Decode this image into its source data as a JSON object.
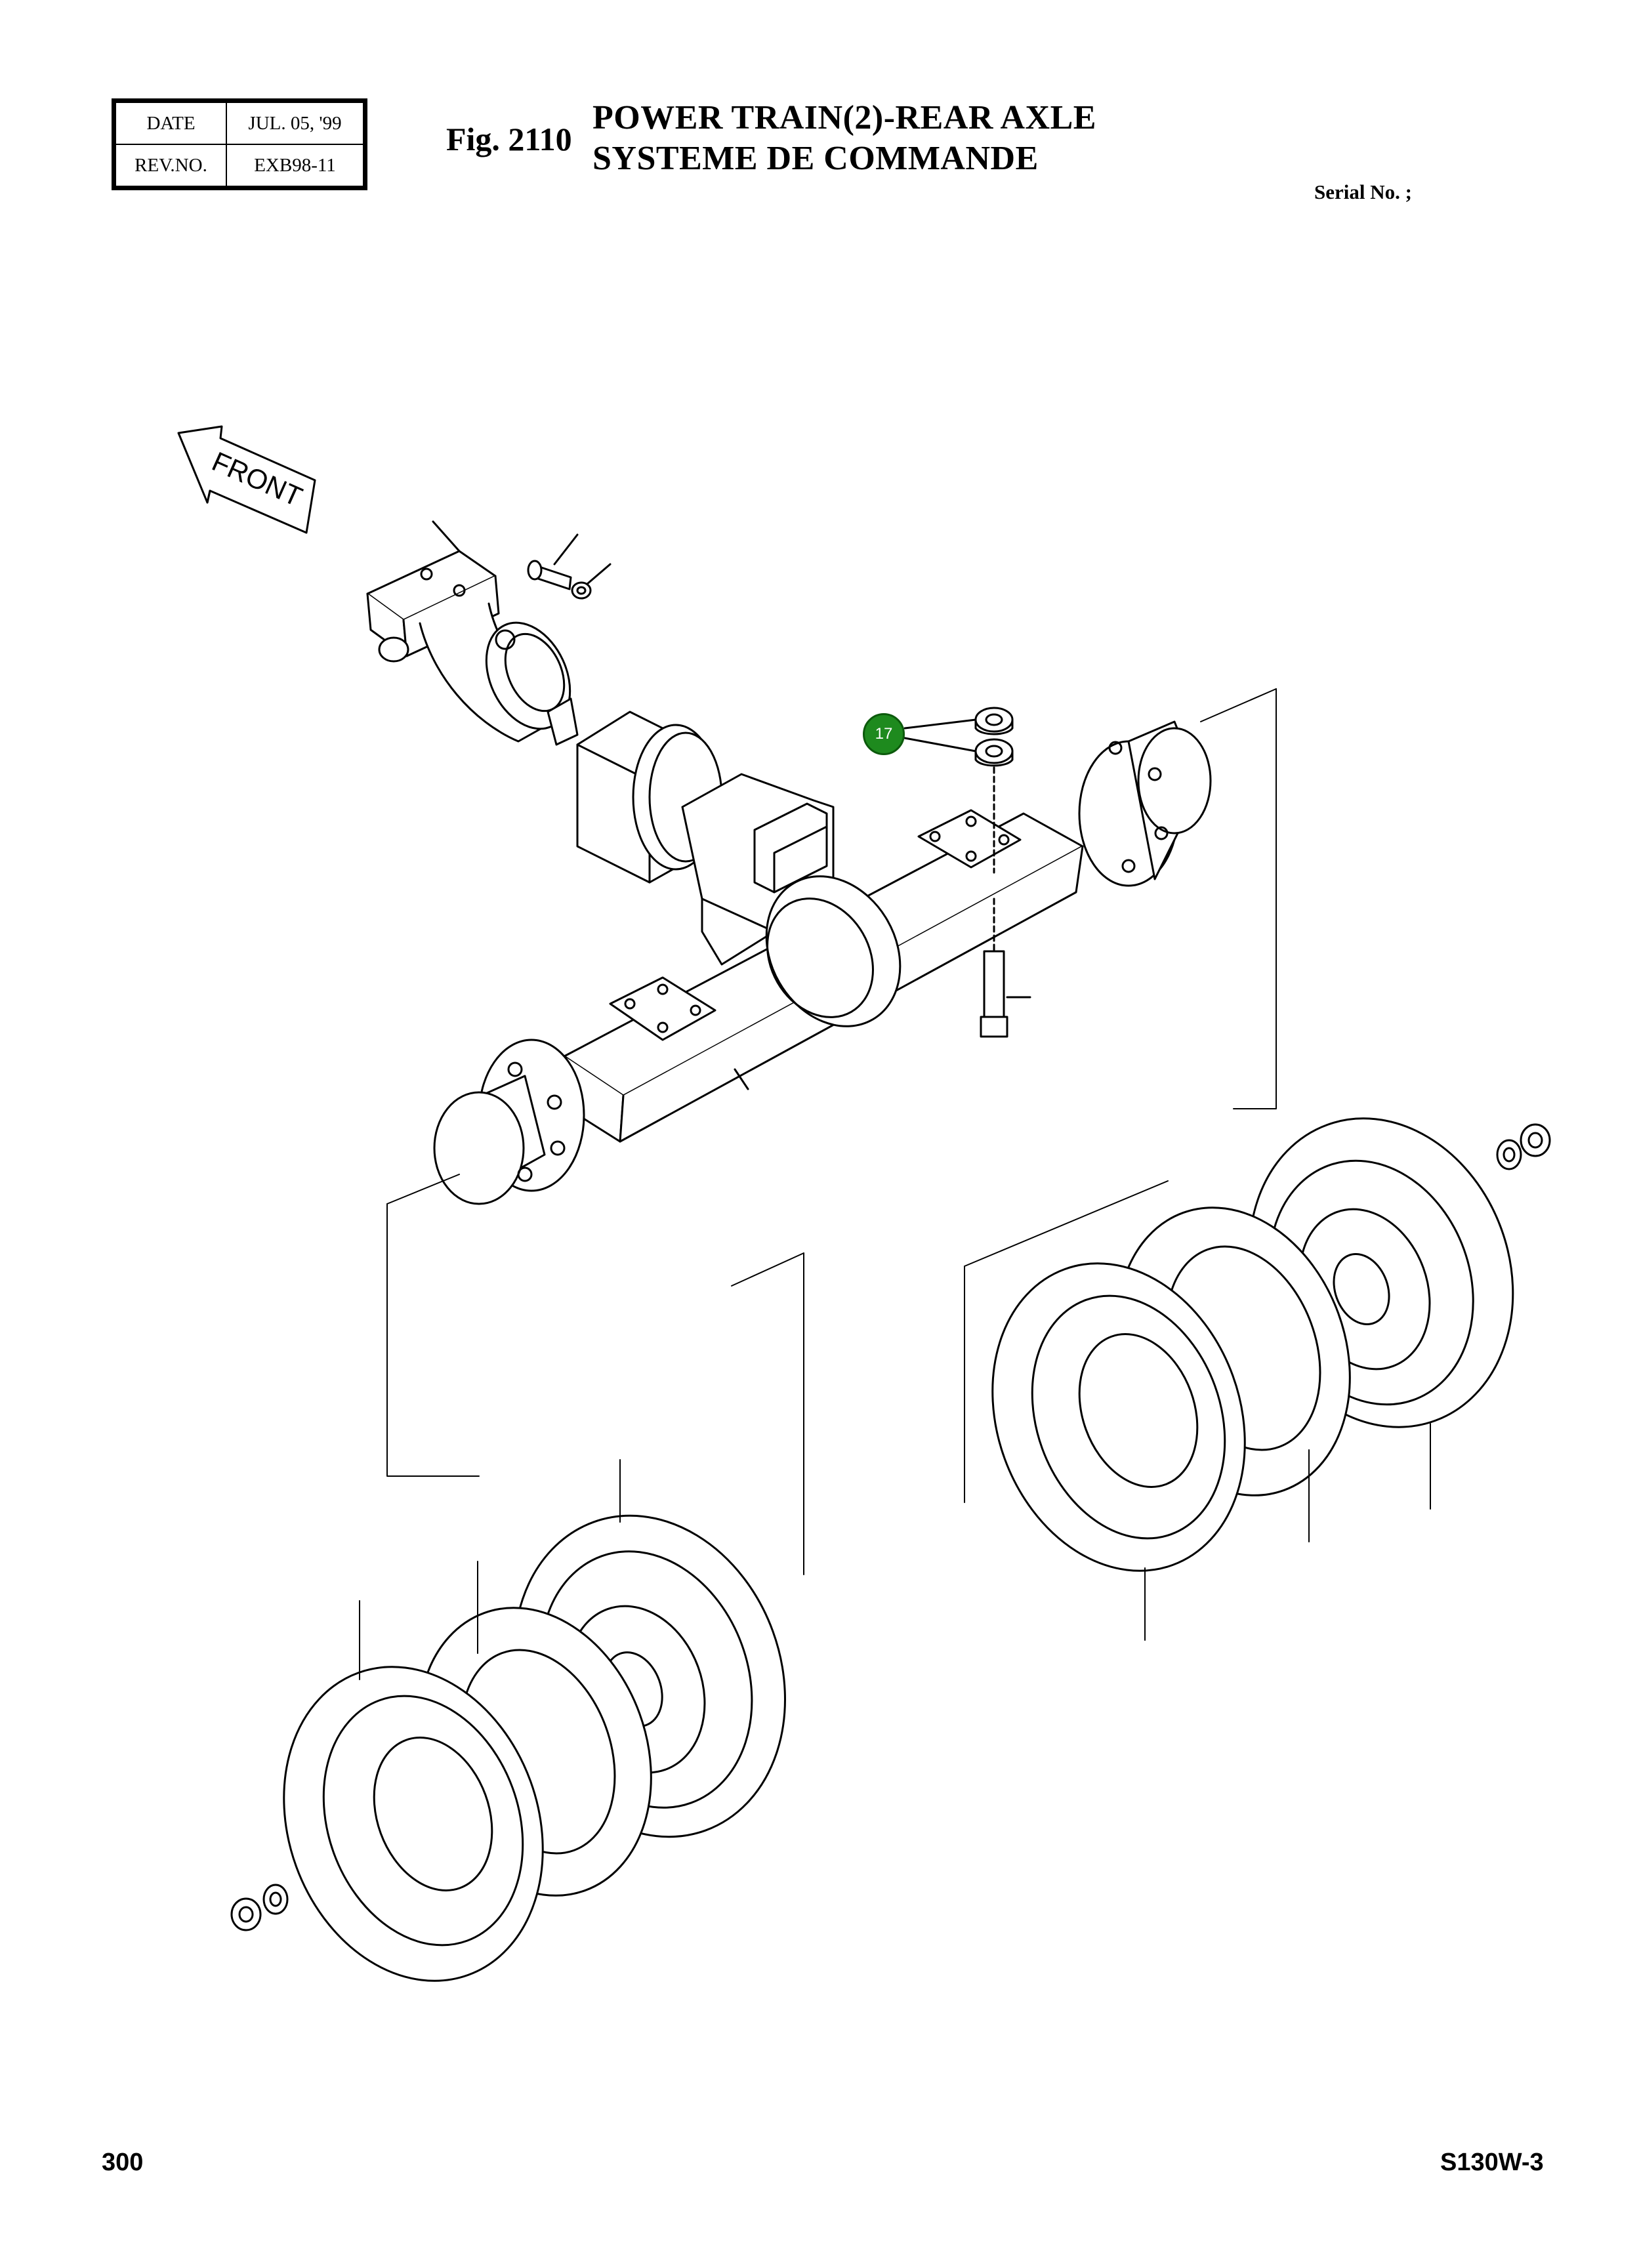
{
  "revision_box": {
    "date_label": "DATE",
    "date_value": "JUL. 05, '99",
    "rev_label": "REV.NO.",
    "rev_value": "EXB98-11"
  },
  "figure": {
    "number": "Fig. 2110",
    "title_line1": "POWER TRAIN(2)-REAR AXLE",
    "title_line2": "SYSTEME DE COMMANDE",
    "serial": "Serial No. ;"
  },
  "diagram": {
    "front_label": "FRONT",
    "callout_number": "17",
    "callout_color": "#1e8a1e"
  },
  "footer": {
    "page_number": "300",
    "model": "S130W-3"
  }
}
